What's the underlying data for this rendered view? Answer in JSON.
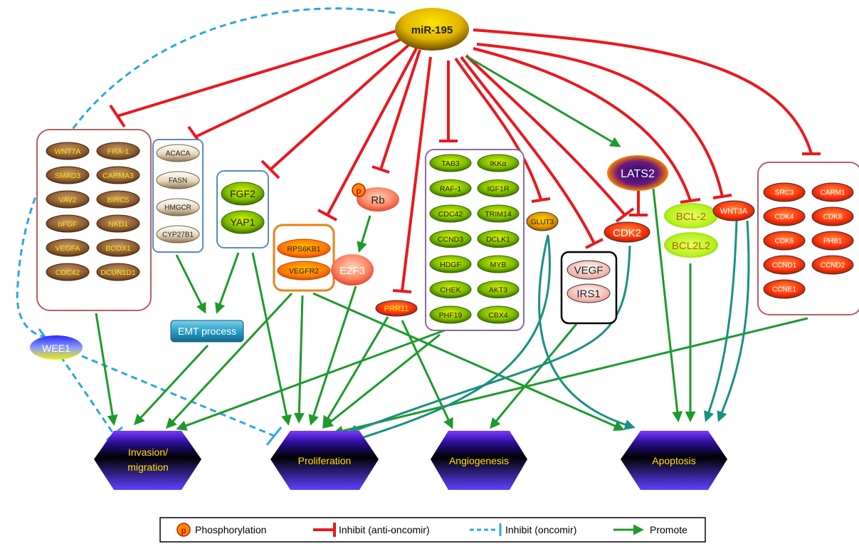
{
  "mirna": "miR-195",
  "groups": {
    "g1": [
      "WNT7A",
      "FRA-1",
      "SMAD3",
      "CARMA3",
      "VAV2",
      "BIRC5",
      "bFGF",
      "NKD1",
      "VEGFA",
      "BCOX1",
      "CDC42",
      "DCUN1D1"
    ],
    "g2": [
      "ACACA",
      "FASN",
      "HMGCR",
      "CYP27B1"
    ],
    "g3": [
      "FGF2",
      "YAP1"
    ],
    "g4": [
      "RPS6KB1",
      "VEGFR2"
    ],
    "g5": [
      "TAB3",
      "IKKα",
      "RAF-1",
      "IGF1R",
      "CDC42",
      "TRIM14",
      "CCND3",
      "DCLK1",
      "HDGF",
      "MYB",
      "CHEK",
      "AKT3",
      "PHF19",
      "CBX4"
    ],
    "g6": [
      "VEGF",
      "IRS1"
    ],
    "g7": [
      "SRC3",
      "CARM1",
      "CDK4",
      "CDK8",
      "CDK6",
      "PHB1",
      "CCND1",
      "CCND2",
      "CCNE1"
    ]
  },
  "nodes": {
    "rb": "Rb",
    "p": "p",
    "e2f3": "E2F3",
    "prr11": "PRR11",
    "glut3": "GLUT3",
    "lats2": "LATS2",
    "cdk2": "CDK2",
    "bcl2": "BCL-2",
    "bcl2l2": "BCL2L2",
    "wnt3a": "WNT3A",
    "emt": "EMT process",
    "wee1": "WEE1"
  },
  "outcomes": {
    "invasion_1": "Invasion/",
    "invasion_2": "migration",
    "proliferation": "Proliferation",
    "angiogenesis": "Angiogenesis",
    "apoptosis": "Apoptosis"
  },
  "legend": {
    "phospho_symbol": "p",
    "phosphorylation": "Phosphorylation",
    "inhibit_anti": "Inhibit (anti-oncomir)",
    "inhibit_onco": "Inhibit (oncomir)",
    "promote": "Promote"
  },
  "colors": {
    "inhibit": "#e8191f",
    "oncomir": "#29a8e0",
    "promote": "#1e9a2c"
  }
}
